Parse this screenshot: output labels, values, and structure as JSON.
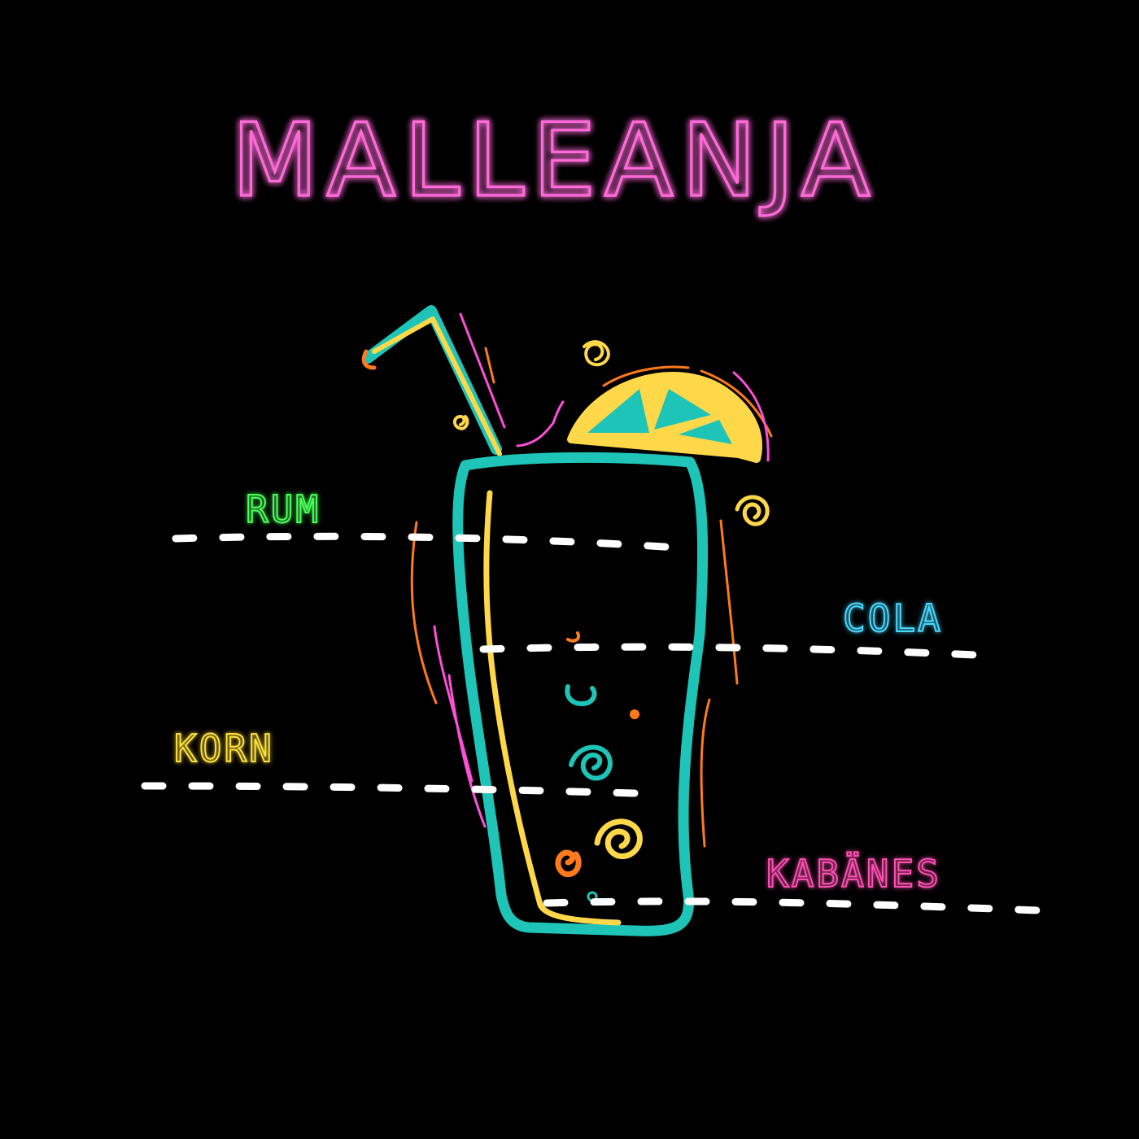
{
  "title": "MALLEANJA",
  "ingredients": [
    {
      "label": "RUM",
      "color": "#4bff5a"
    },
    {
      "label": "COLA",
      "color": "#48d8ff"
    },
    {
      "label": "KORN",
      "color": "#ffe03a"
    },
    {
      "label": "KABÄNES",
      "color": "#ff4fb2"
    }
  ],
  "palette": {
    "background": "#000000",
    "neon_pink": "#ff6ad9",
    "teal": "#1fc4b8",
    "yellow": "#ffd84a",
    "orange": "#ff7a1a",
    "magenta": "#ff4fd8",
    "white": "#ffffff"
  },
  "illustration": "cocktail-glass-with-straw-and-lemon-slice"
}
